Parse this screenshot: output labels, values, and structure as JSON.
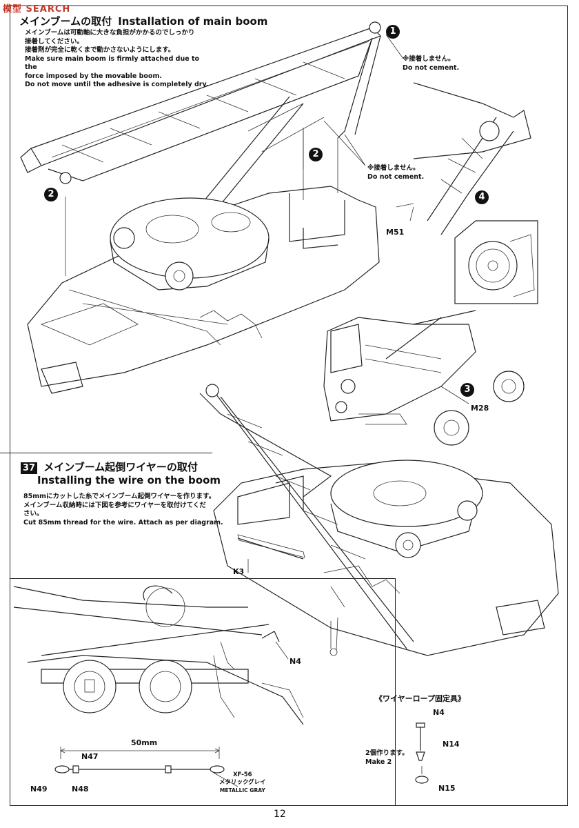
{
  "watermark": "模型 SEARCH",
  "step36": {
    "title_jp": "メインブームの取付",
    "title_en": "Installation of main boom",
    "note_jp_1": "メインブームは可動軸に大きな負担がかかるのでしっかり",
    "note_jp_2": "接着してください。",
    "note_jp_3": "接着剤が完全に乾くまで動かさないようにします。",
    "note_en_1": "Make sure main boom is firmly attached due to the",
    "note_en_2": "force imposed by the movable boom.",
    "note_en_3": "Do not move until the adhesive is completely dry."
  },
  "step37": {
    "number": "37",
    "title_jp": "メインブーム起倒ワイヤーの取付",
    "title_en": "Installing the wire on the boom",
    "note_jp_1": "85mmにカットした糸でメインブーム起倒ワイヤーを作ります。",
    "note_jp_2": "メインブーム収納時には下図を参考にワイヤーを取付けてくだ",
    "note_jp_3": "さい。",
    "note_en": "Cut 85mm thread for the wire. Attach as per diagram."
  },
  "callouts": {
    "c1": "1",
    "c2a": "2",
    "c2b": "2",
    "c3": "3",
    "c4": "4"
  },
  "no_cement_1_jp": "※接着しません。",
  "no_cement_1_en": "Do not cement.",
  "no_cement_2_jp": "※接着しません。",
  "no_cement_2_en": "Do not cement.",
  "parts": {
    "m51": "M51",
    "m28": "M28",
    "k3": "K3",
    "n4_main": "N4",
    "n47": "N47",
    "n49": "N49",
    "n48": "N48",
    "n4_inset": "N4",
    "n14": "N14",
    "n15": "N15"
  },
  "dimension": "50mm",
  "paint": {
    "code": "XF-56",
    "jp": "メタリックグレイ",
    "en": "METALLIC GRAY"
  },
  "wire_fixture": {
    "title": "《ワイヤーロープ固定具》",
    "make_jp": "2個作ります。",
    "make_en": "Make 2"
  },
  "page_number": "12"
}
